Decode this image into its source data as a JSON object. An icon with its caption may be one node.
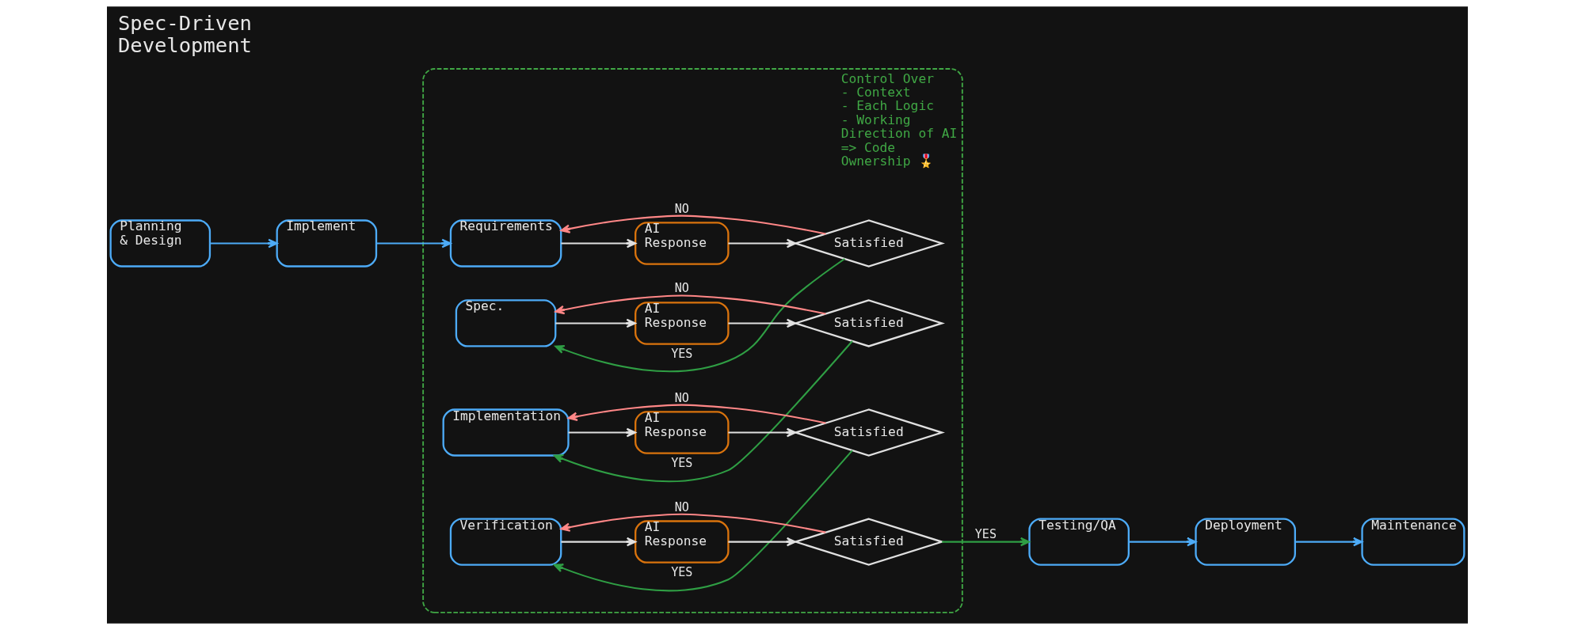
{
  "diagram": {
    "title": "Spec-Driven Development",
    "nodes": [
      {
        "text": [
          "Planning & Design"
        ]
      },
      {
        "text": [
          "Implement"
        ]
      },
      {
        "text": [
          "Control Over - Context - Each Logic - Working Direction of AI",
          "=> Code Ownership 🎖️"
        ]
      },
      {
        "text": [
          "Requirements"
        ],
        "in": 2
      },
      {
        "text": [
          "AI Response"
        ],
        "in": 2
      },
      {
        "text": [
          "Satisfied"
        ],
        "in": 2
      },
      {
        "text": [
          "Spec."
        ],
        "in": 2
      },
      {
        "text": [
          "AI Response"
        ],
        "in": 2
      },
      {
        "text": [
          "Satisfied"
        ],
        "in": 2
      },
      {
        "text": [
          "Implementation"
        ],
        "in": 2
      },
      {
        "text": [
          "AI Response"
        ],
        "in": 2
      },
      {
        "text": [
          "Satisfied"
        ],
        "in": 2
      },
      {
        "text": [
          "Verification"
        ],
        "in": 2
      },
      {
        "text": [
          "AI Response"
        ],
        "in": 2
      },
      {
        "text": [
          "Satisfied"
        ],
        "in": 2
      },
      {
        "text": [
          "Testing/QA"
        ]
      },
      {
        "text": [
          "Deployment"
        ]
      },
      {
        "text": [
          "Maintenance"
        ]
      }
    ],
    "edges": [
      {
        "from": 0,
        "to": 1,
        "arrow": "to",
        "color": "#4dabf7"
      },
      {
        "from": 1,
        "to": 3,
        "arrow": "to",
        "color": "#4dabf7"
      },
      {
        "from": 3,
        "to": 4,
        "arrow": "to"
      },
      {
        "from": 4,
        "to": 5,
        "arrow": "to"
      },
      {
        "from": 5,
        "to": 3,
        "arrow": "to",
        "label": "NO",
        "color": "#ff8787"
      },
      {
        "from": 5,
        "to": 6,
        "arrow": "to",
        "label": "YES",
        "color": "#2f9e44"
      },
      {
        "from": 6,
        "to": 7,
        "arrow": "to"
      },
      {
        "from": 7,
        "to": 8,
        "arrow": "to"
      },
      {
        "from": 8,
        "to": 6,
        "arrow": "to",
        "label": "NO",
        "color": "#ff8787"
      },
      {
        "from": 8,
        "to": 9,
        "arrow": "to",
        "label": "YES",
        "color": "#2f9e44"
      },
      {
        "from": 9,
        "to": 10,
        "arrow": "to"
      },
      {
        "from": 10,
        "to": 11,
        "arrow": "to"
      },
      {
        "from": 11,
        "to": 9,
        "arrow": "to",
        "label": "NO",
        "color": "#ff8787"
      },
      {
        "from": 11,
        "to": 12,
        "arrow": "to",
        "label": "YES",
        "color": "#2f9e44"
      },
      {
        "from": 12,
        "to": 13,
        "arrow": "to"
      },
      {
        "from": 13,
        "to": 14,
        "arrow": "to"
      },
      {
        "from": 14,
        "to": 12,
        "arrow": "to",
        "label": "NO",
        "color": "#ff8787"
      },
      {
        "from": 14,
        "to": 15,
        "arrow": "to",
        "label": "YES",
        "color": "#2f9e44"
      },
      {
        "from": 15,
        "to": 16,
        "arrow": "to",
        "color": "#4dabf7"
      },
      {
        "from": 16,
        "to": 17,
        "arrow": "to",
        "color": "#4dabf7"
      }
    ]
  }
}
